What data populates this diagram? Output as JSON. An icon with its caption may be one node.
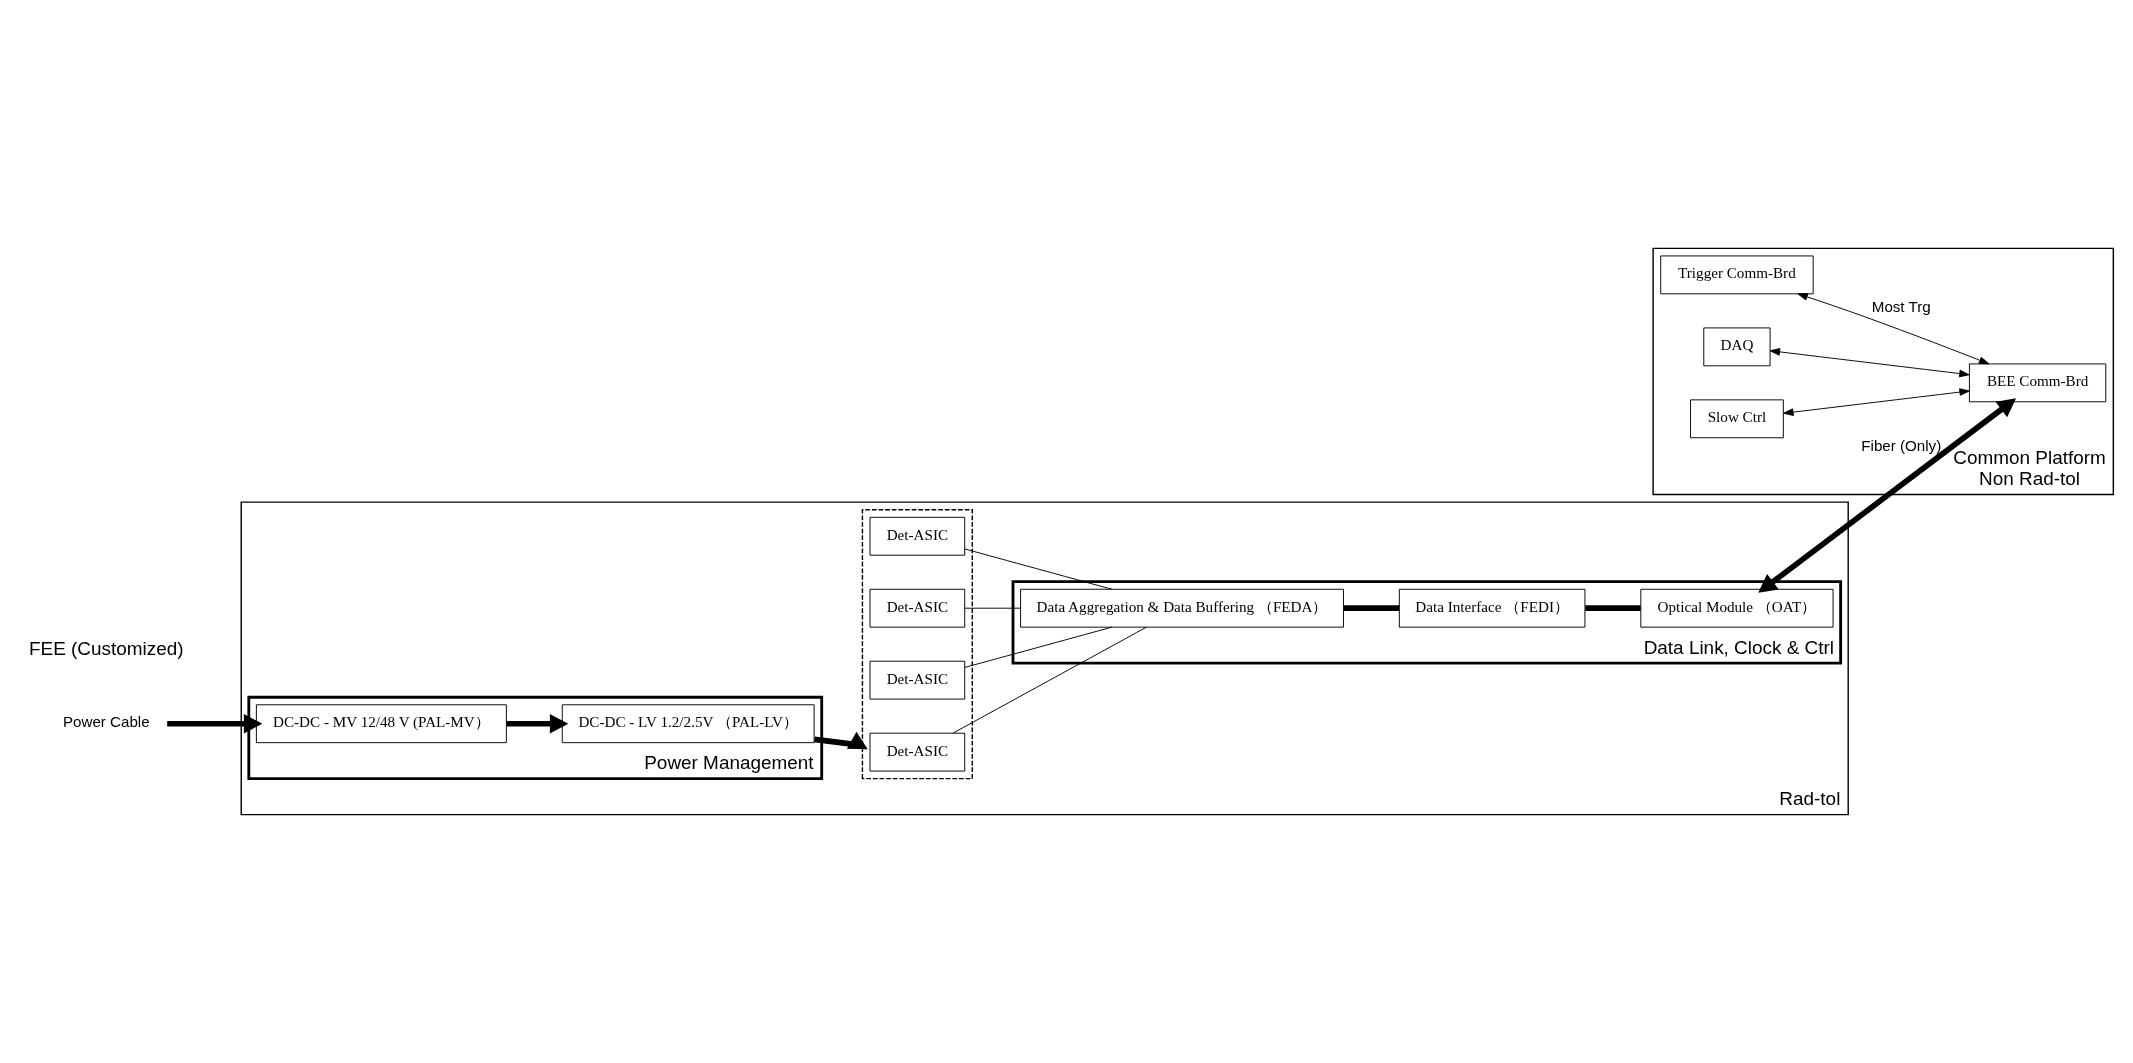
{
  "diagram": {
    "nodes": [
      {
        "text": [
          "Rad-tol"
        ],
        "beside": [
          "FEE (Customized)"
        ]
      },
      {
        "text": [],
        "shape": "box",
        "in": 0
      },
      {
        "text": [
          "Det-ASIC"
        ],
        "in": 1
      },
      {
        "text": [
          "Det-ASIC"
        ],
        "in": 1
      },
      {
        "text": [
          "Det-ASIC"
        ],
        "in": 1
      },
      {
        "text": [
          "Det-ASIC"
        ],
        "in": 1
      },
      {
        "text": [
          "Data Link, Clock & Ctrl"
        ],
        "in": 0
      },
      {
        "text": [
          "Data Aggregation & Data Buffering （FEDA）"
        ],
        "in": 6
      },
      {
        "text": [
          "Data Interface （FEDI）"
        ],
        "in": 6
      },
      {
        "text": [
          "Optical Module （OAT）"
        ],
        "in": 6
      },
      {
        "text": [
          "Power Management"
        ],
        "in": 0
      },
      {
        "text": [
          "DC-DC - LV 1.2/2.5V （PAL-LV）"
        ],
        "in": 10
      },
      {
        "text": [
          "DC-DC - MV 12/48 V (PAL-MV）"
        ],
        "in": 10
      },
      {
        "text": [
          "Power Cable"
        ]
      },
      {
        "text": [
          "Common Platform",
          "Non Rad-tol"
        ]
      },
      {
        "text": [
          "Trigger Comm-Brd"
        ],
        "in": 14
      },
      {
        "text": [
          "DAQ"
        ],
        "in": 14
      },
      {
        "text": [
          "BEE Comm-Brd"
        ],
        "in": 14
      },
      {
        "text": [
          "Slow Ctrl"
        ],
        "in": 14
      }
    ],
    "edges": [
      {
        "from": 2,
        "to": 7,
        "arrow": "none"
      },
      {
        "from": 3,
        "to": 7,
        "arrow": "none"
      },
      {
        "from": 4,
        "to": 7,
        "arrow": "none"
      },
      {
        "from": 5,
        "to": 7,
        "arrow": "none"
      },
      {
        "from": 7,
        "to": 8,
        "arrow": "none",
        "style": "thick"
      },
      {
        "from": 8,
        "to": 9,
        "arrow": "none",
        "style": "thick"
      },
      {
        "from": 11,
        "to": 1,
        "arrow": "to",
        "style": "thick"
      },
      {
        "from": 12,
        "to": 11,
        "arrow": "to",
        "style": "thick"
      },
      {
        "from": 13,
        "to": 12,
        "arrow": "to",
        "style": "thick"
      },
      {
        "from": 9,
        "to": 17,
        "arrow": "both",
        "label": "Fiber (Only)",
        "style": "thick"
      },
      {
        "from": 15,
        "to": 17,
        "arrow": "both",
        "label": "Most Trg"
      },
      {
        "from": 16,
        "to": 17,
        "arrow": "both"
      },
      {
        "from": 18,
        "to": 17,
        "arrow": "both"
      }
    ]
  }
}
